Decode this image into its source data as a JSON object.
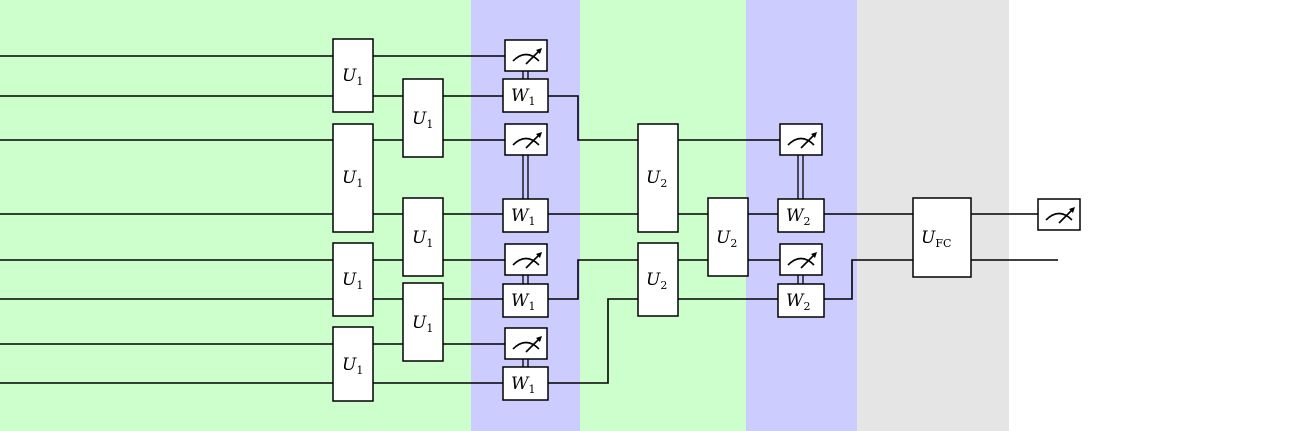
{
  "diagram": {
    "colors": {
      "layer_green": "#ccffcc",
      "layer_blue": "#ccccff",
      "layer_gray": "#e5e5e5",
      "line": "#000000",
      "gate_fill": "#ffffff"
    },
    "gate_labels": {
      "u1": {
        "main": "U",
        "sub": "1"
      },
      "w1": {
        "main": "W",
        "sub": "1"
      },
      "u2": {
        "main": "U",
        "sub": "2"
      },
      "w2": {
        "main": "W",
        "sub": "2"
      },
      "ufc": {
        "main": "U",
        "sub": "FC"
      }
    }
  }
}
